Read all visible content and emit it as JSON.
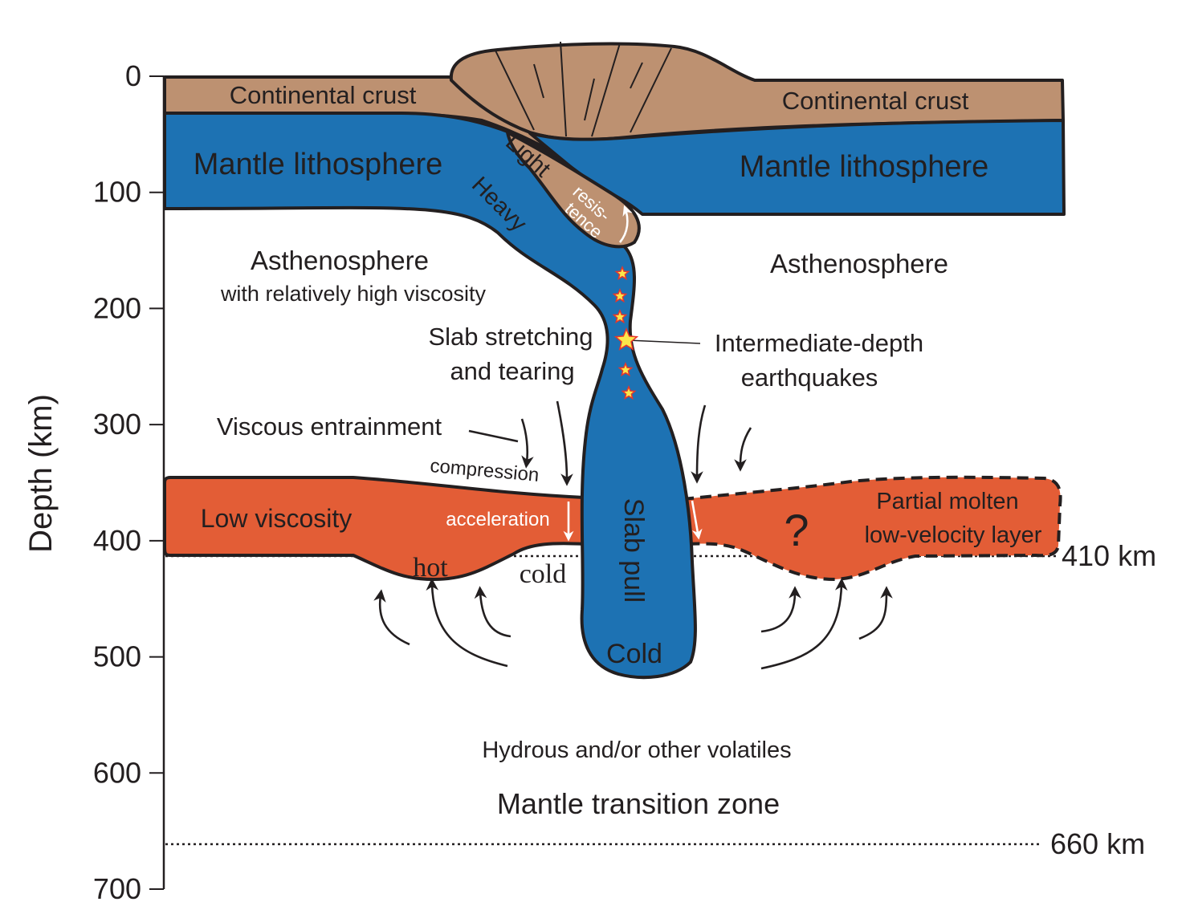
{
  "figure": {
    "type": "subduction-zone-cross-section",
    "colors": {
      "crust": "#bd9171",
      "lithosphere": "#1d72b3",
      "low_viscosity_layer": "#e35d36",
      "outline": "#231f20",
      "earthquake_star_fill": "#fbe74b",
      "earthquake_star_stroke": "#e8362b"
    },
    "axis": {
      "label": "Depth (km)",
      "unit": "km",
      "min": 0,
      "max": 700,
      "ticks": [
        "0",
        "100",
        "200",
        "300",
        "400",
        "500",
        "600",
        "700"
      ]
    },
    "discontinuities": [
      {
        "depth": 410,
        "label": "410 km"
      },
      {
        "depth": 660,
        "label": "660 km"
      }
    ],
    "layers": {
      "crust_left": "Continental crust",
      "crust_right": "Continental crust",
      "lithosphere_left": "Mantle lithosphere",
      "lithosphere_right": "Mantle lithosphere",
      "asthenosphere_left": "Asthenosphere",
      "asthenosphere_left_sub": "with relatively high viscosity",
      "asthenosphere_right": "Asthenosphere",
      "low_viscosity": "Low viscosity",
      "partial_molten_line1": "Partial molten",
      "partial_molten_line2": "low-velocity layer",
      "question_mark": "?",
      "transition_zone": "Mantle transition zone",
      "volatiles": "Hydrous and/or other volatiles"
    },
    "slab_labels": {
      "light": "Light",
      "heavy": "Heavy",
      "resistence_line1": "resis-",
      "resistence_line2": "tence",
      "slab_pull": "Slab pull",
      "cold_slab": "Cold"
    },
    "process_labels": {
      "stretching_line1": "Slab stretching",
      "stretching_line2": "and tearing",
      "earthquakes_line1": "Intermediate-depth",
      "earthquakes_line2": "earthquakes",
      "viscous_entrainment": "Viscous entrainment",
      "compression": "compression",
      "acceleration": "acceleration",
      "hot": "hot",
      "cold": "cold"
    },
    "earthquakes_count": 6
  }
}
